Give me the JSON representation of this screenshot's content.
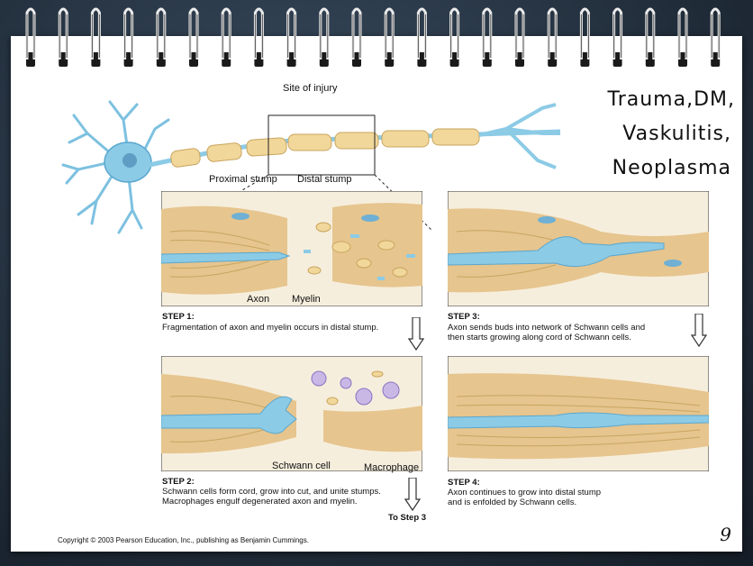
{
  "slide": {
    "side_note": [
      "Trauma,DM,",
      "Vaskulitis,",
      "Neoplasma"
    ],
    "page_number": "9",
    "copyright": "Copyright © 2003 Pearson Education, Inc., publishing as Benjamin Cummings."
  },
  "figure": {
    "site_label": "Site of injury",
    "proximal_label": "Proximal stump",
    "distal_label": "Distal stump",
    "axon_label": "Axon",
    "myelin_label": "Myelin",
    "schwann_label": "Schwann cell",
    "macrophage_label": "Macrophage",
    "to_step3": "To Step 3",
    "steps": [
      {
        "title": "STEP 1:",
        "lines": [
          "Fragmentation of axon and myelin occurs in distal stump."
        ]
      },
      {
        "title": "STEP 2:",
        "lines": [
          "Schwann cells form cord, grow into cut, and unite stumps.",
          "Macrophages engulf degenerated axon and myelin."
        ]
      },
      {
        "title": "STEP 3:",
        "lines": [
          "Axon sends buds into network of Schwann cells and",
          "then starts growing along cord of Schwann cells."
        ]
      },
      {
        "title": "STEP 4:",
        "lines": [
          "Axon continues to grow into distal stump",
          "and is enfolded by Schwann cells."
        ]
      }
    ]
  },
  "colors": {
    "axon": "#8ccbe6",
    "myelin": "#f1d79a",
    "tissue": "#e6c58e",
    "background": "#24313f"
  }
}
